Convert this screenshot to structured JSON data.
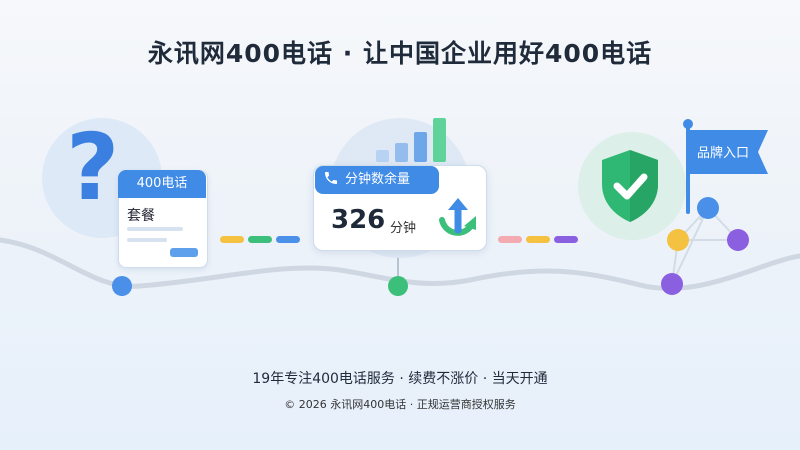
{
  "header": {
    "title": "永讯网400电话 · 让中国企业用好400电话"
  },
  "card_left": {
    "header": "400电话",
    "body": "套餐"
  },
  "question_mark": "?",
  "card_mid": {
    "pill_label": "分钟数余量",
    "value": "326",
    "unit": "分钟"
  },
  "flag": {
    "label": "品牌入口"
  },
  "footer": {
    "tagline": "19年专注400电话服务 · 续费不涨价 · 当天开通",
    "copyright": "© 2026 永讯网400电话 · 正规运营商授权服务"
  },
  "icons": [
    "question-mark-icon",
    "phone-icon",
    "refresh-icon",
    "shield-check-icon",
    "flag-icon",
    "network-icon",
    "bar-chart-icon"
  ],
  "colors": {
    "accent_blue": "#3f8be6",
    "green": "#3cbf7a",
    "purple": "#8a5fe0",
    "yellow": "#f4c140",
    "pink": "#f3aab0"
  }
}
